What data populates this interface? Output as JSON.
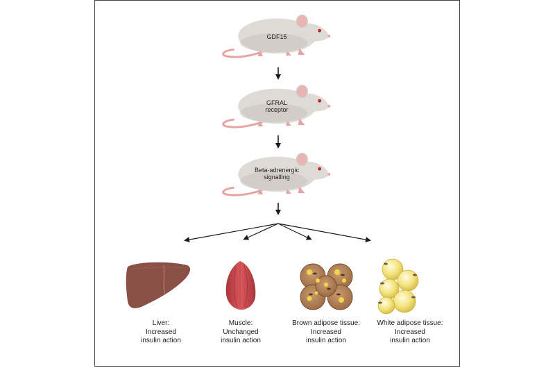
{
  "mice": [
    {
      "label_lines": [
        "GDF15"
      ]
    },
    {
      "label_lines": [
        "GFRAL",
        "receptor"
      ]
    },
    {
      "label_lines": [
        "Beta-adrenergic",
        "signalling"
      ]
    }
  ],
  "tissues": [
    {
      "name": "liver",
      "label_lines": [
        "Liver:",
        "Increased",
        "insulin action"
      ]
    },
    {
      "name": "muscle",
      "label_lines": [
        "Muscle:",
        "Unchanged",
        "insulin action"
      ]
    },
    {
      "name": "brown-adipose",
      "label_lines": [
        "Brown adipose tissue:",
        "Increased",
        "insulin action"
      ]
    },
    {
      "name": "white-adipose",
      "label_lines": [
        "White adipose tissue:",
        "Increased",
        "insulin action"
      ]
    }
  ],
  "colors": {
    "mouse_body": "#dedad6",
    "mouse_shadow": "#c9c4bf",
    "mouse_pink": "#e6a3a3",
    "mouse_eye": "#c0252b",
    "arrow": "#1a1a1a",
    "liver": "#8a4f47",
    "muscle": "#c9474d",
    "brown_fat": "#b07a52",
    "white_fat": "#f1e27a",
    "frame": "#444444"
  }
}
